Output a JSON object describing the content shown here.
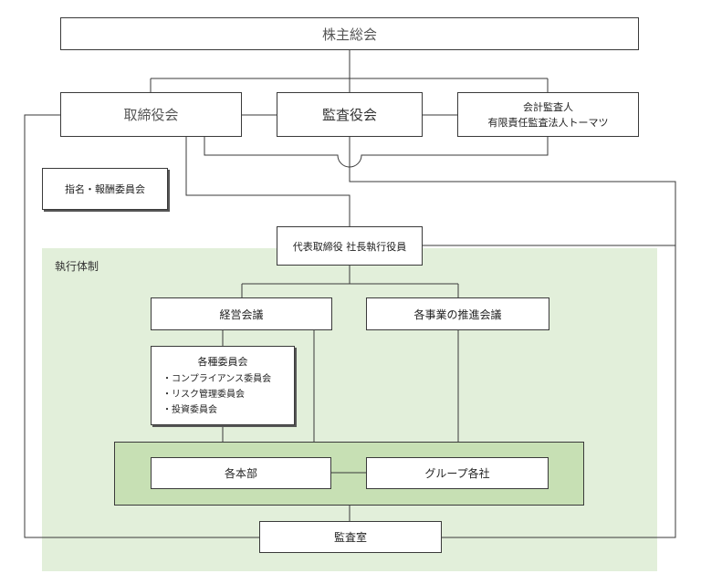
{
  "org": {
    "shareholders": "株主総会",
    "board": "取締役会",
    "auditors": "監査役会",
    "accounting_auditor": [
      "会計監査人",
      "有限責任監査法人トーマツ"
    ],
    "nomination": "指名・報酬委員会",
    "ceo": "代表取締役 社長執行役員",
    "execution_label": "執行体制",
    "mgmt_meeting": "経営会議",
    "promo_meeting": "各事業の推進会議",
    "committees": {
      "title": "各種委員会",
      "items": [
        "・コンプライアンス委員会",
        "・リスク管理委員会",
        "・投資委員会"
      ]
    },
    "divisions": "各本部",
    "group": "グループ各社",
    "audit_office": "監査室"
  },
  "colors": {
    "exec_region": "#e2efda",
    "ops_region": "#c7e0b4",
    "line": "#3a3a3a"
  }
}
